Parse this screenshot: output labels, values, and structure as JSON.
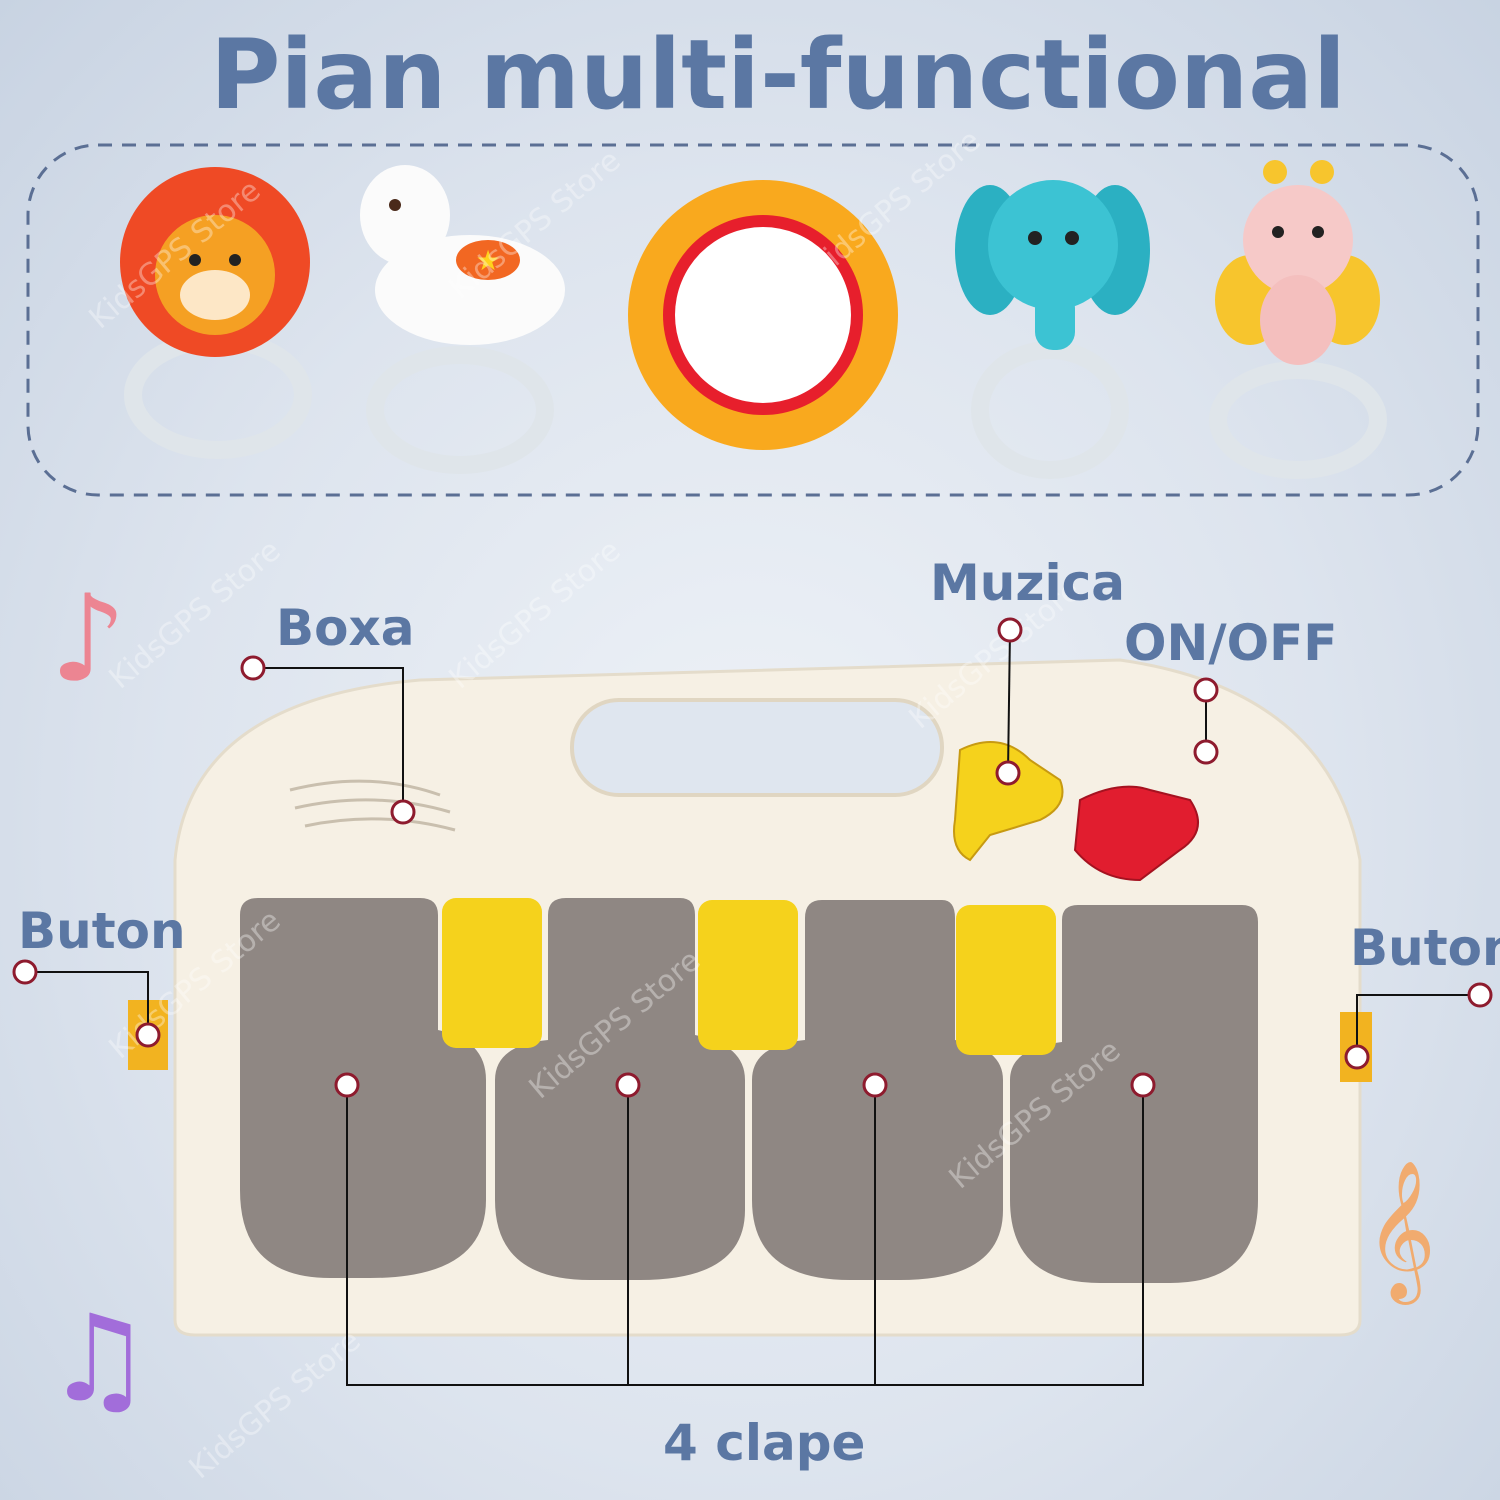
{
  "title": "Pian multi-functional",
  "watermark": "KidsGPS Store",
  "labels": {
    "speaker": "Boxa",
    "music": "Muzica",
    "power": "ON/OFF",
    "button_left": "Buton",
    "button_right": "Buton",
    "keys": "4 clape"
  },
  "colors": {
    "label_text": "#5b77a3",
    "key_gray": "#8f8783",
    "key_yellow": "#f5d21c",
    "body_cream": "#f6f0e4",
    "callout_border": "#8e1b2e"
  },
  "toys": [
    "lion-rattle-icon",
    "horse-rattle-icon",
    "flower-mirror-icon",
    "elephant-rattle-icon",
    "bee-rattle-icon"
  ]
}
